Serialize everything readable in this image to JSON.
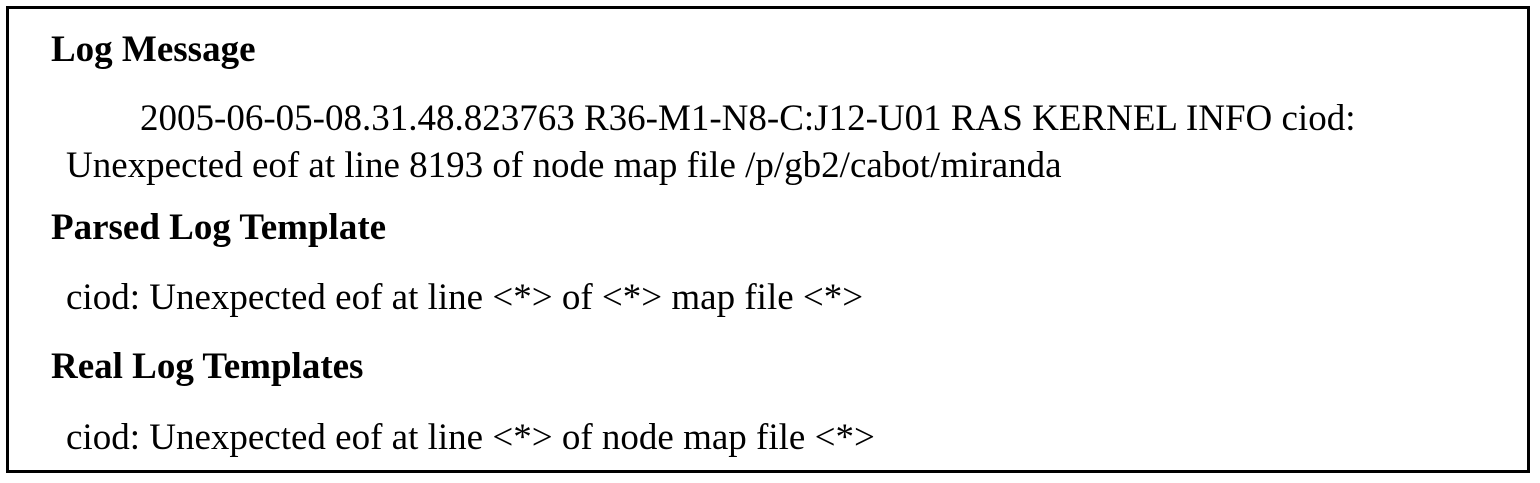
{
  "sections": {
    "log_message": {
      "heading": "Log Message",
      "line_1": "2005-06-05-08.31.48.823763 R36-M1-N8-C:J12-U01 RAS KERNEL INFO ciod:",
      "line_2": "Unexpected eof at line 8193 of node map file /p/gb2/cabot/miranda"
    },
    "parsed_template": {
      "heading": "Parsed Log Template",
      "text": "ciod: Unexpected eof at line <*> of <*> map file <*>"
    },
    "real_templates": {
      "heading": "Real Log Templates",
      "text": "ciod: Unexpected eof at line <*> of node map file <*>"
    }
  }
}
